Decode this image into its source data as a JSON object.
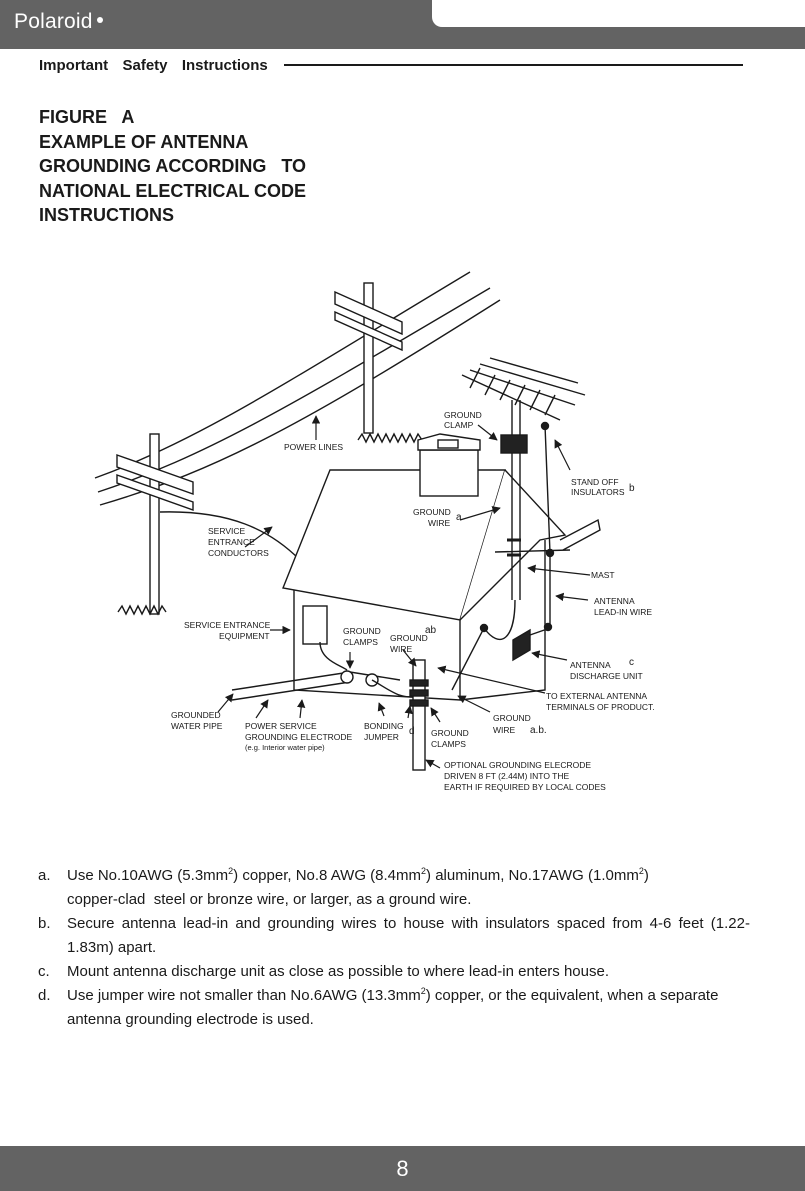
{
  "header": {
    "brand": "Polaroid"
  },
  "section": {
    "title": "Important  Safety  Instructions"
  },
  "figure": {
    "title_lines": [
      "FIGURE   A",
      "EXAMPLE OF ANTENNA",
      "GROUNDING ACCORDING   TO",
      "NATIONAL ELECTRICAL CODE",
      "INSTRUCTIONS"
    ]
  },
  "diagram": {
    "labels": {
      "ground_clamp_1": "GROUND",
      "ground_clamp_2": "CLAMP",
      "power_lines": "POWER LINES",
      "stand_off_1": "STAND OFF",
      "stand_off_2": "INSULATORS",
      "stand_off_letter": "b",
      "ground_wire_1": "GROUND",
      "ground_wire_2": "WIRE",
      "ground_wire_letter": "a",
      "service_1": "SERVICE",
      "service_2": "ENTRANCE",
      "service_3": "CONDUCTORS",
      "mast": "MAST",
      "antenna_lead_1": "ANTENNA",
      "antenna_lead_2": "LEAD-IN WIRE",
      "service_equip_1": "SERVICE ENTRANCE",
      "service_equip_2": "EQUIPMENT",
      "ground_clamps_1": "GROUND",
      "ground_clamps_2": "CLAMPS",
      "ground_wire_mid_1": "GROUND",
      "ground_wire_mid_2": "WIRE",
      "ab_letter": "ab",
      "discharge_1": "ANTENNA",
      "discharge_2": "DISCHARGE UNIT",
      "discharge_letter": "c",
      "external_1": "TO EXTERNAL ANTENNA",
      "external_2": "TERMINALS OF PRODUCT.",
      "water_pipe_1": "GROUNDED",
      "water_pipe_2": "WATER PIPE",
      "electrode_1": "POWER SERVICE",
      "electrode_2": "GROUNDING ELECTRODE",
      "electrode_3": "(e.g. Interior water pipe)",
      "bonding_1": "BONDING",
      "bonding_2": "JUMPER",
      "d_letter": "d",
      "ground_clamps_low_1": "GROUND",
      "ground_clamps_low_2": "CLAMPS",
      "ground_wire_low_1": "GROUND",
      "ground_wire_low_2": "WIRE",
      "ab_dot_letter": "a.b.",
      "optional_1": "OPTIONAL GROUNDING ELECRODE",
      "optional_2": "DRIVEN 8 FT (2.44M) INTO THE",
      "optional_3": "EARTH IF REQUIRED BY LOCAL CODES"
    }
  },
  "notes": {
    "a_letter": "a.",
    "a_p1": "Use No.10AWG (5.3mm",
    "a_sup1": "2",
    "a_p2": ") copper, No.8 AWG (8.4mm",
    "a_sup2": "2",
    "a_p3": ") aluminum, No.17AWG (1.0mm",
    "a_sup3": "2",
    "a_p4": ")",
    "a_line2": "copper-clad  steel or bronze wire, or larger, as a ground wire.",
    "b_letter": "b.",
    "b_text": "Secure antenna lead-in and grounding wires to house with insulators spaced from 4-6 feet (1.22-1.83m) apart.",
    "c_letter": "c.",
    "c_text": "Mount antenna discharge unit as close as possible to where lead-in enters house.",
    "d_letter": "d.",
    "d_p1": "Use jumper wire not smaller than No.6AWG (13.3mm",
    "d_sup": "2",
    "d_p2": ") copper, or the equivalent, when a separate antenna grounding electrode is used."
  },
  "footer": {
    "page_number": "8"
  }
}
